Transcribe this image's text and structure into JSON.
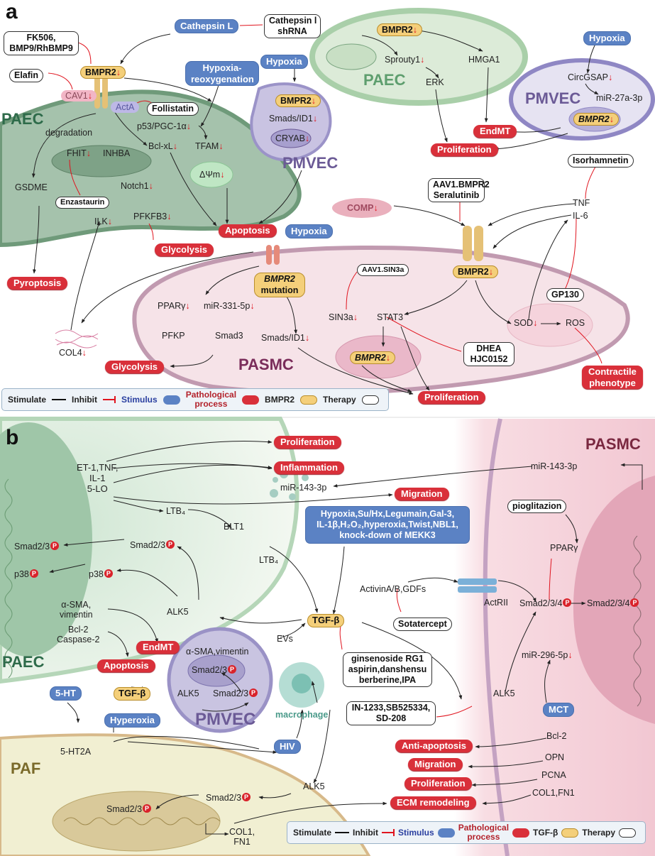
{
  "symbols": {
    "down": "↓",
    "p": "P"
  },
  "a": {
    "letter": "a",
    "fk506": "FK506,",
    "bmp9": "BMP9/RhBMP9",
    "cathepsin_l": "Cathepsin L",
    "cathepsin_shrna_1": "Cathepsin l",
    "cathepsin_shrna_2": "shRNA",
    "bmpr2": "BMPR2",
    "elafin": "Elafin",
    "cav1": "CAV1",
    "acta": "ActA",
    "follistatin": "Follistatin",
    "hypoxia_reoxygenation_1": "Hypoxia-",
    "hypoxia_reoxygenation_2": "reoxygenation",
    "hypoxia": "Hypoxia",
    "paec": "PAEC",
    "pmvec": "PMVEC",
    "pasmc": "PASMC",
    "degradation": "degradation",
    "p53": "p53/PGC-1α",
    "bclxl": "Bcl-xL",
    "tfam": "TFAM",
    "fhit": "FHIT",
    "inhba": "INHBA",
    "dpsim": "ΔΨm",
    "gsdme": "GSDME",
    "notch1": "Notch1",
    "enzastaurin": "Enzastaurin",
    "ilk": "ILK",
    "pfkfb3": "PFKFB3",
    "apoptosis": "Apoptosis",
    "glycolysis": "Glycolysis",
    "pyroptosis": "Pyroptosis",
    "smads_id1": "Smads/ID1",
    "cryab": "CRYAB",
    "sprouty1": "Sprouty1",
    "hmga1": "HMGA1",
    "erk": "ERK",
    "endmt": "EndMT",
    "proliferation": "Proliferation",
    "circgsap": "CircGSAP",
    "mir27a": "miR-27a-3p",
    "isorhamnetin": "Isorhamnetin",
    "aav1_bmpr2": "AAV1.BMPR2",
    "seralutinib": "Seralutinib",
    "comp": "COMP",
    "tnf": "TNF",
    "il6": "IL-6",
    "bmpr2_mutation_1": "BMPR2",
    "bmpr2_mutation_2": "mutation",
    "aav1_sin3a": "AAV1.SIN3a",
    "gp130": "GP130",
    "sin3a": "SIN3a",
    "stat3": "STAT3",
    "sod": "SOD",
    "ros": "ROS",
    "ppar": "PPARγ",
    "mir331": "miR-331-5p",
    "pfkp": "PFKP",
    "smad3": "Smad3",
    "col4": "COL4",
    "dhea": "DHEA",
    "hjc0152": "HJC0152",
    "contractile_1": "Contractile",
    "contractile_2": "phenotype",
    "legend": {
      "stimulate": "Stimulate",
      "inhibit": "Inhibit",
      "stimulus": "Stimulus",
      "pathological_1": "Pathological",
      "pathological_2": "process",
      "key": "BMPR2",
      "therapy": "Therapy"
    }
  },
  "b": {
    "letter": "b",
    "proliferation": "Proliferation",
    "inflammation": "Inflammation",
    "migration": "Migration",
    "et1_1": "ET-1,TNF,",
    "et1_2": "IL-1",
    "et1_3": "5-LO",
    "mir143": "miR-143-3p",
    "ltb4": "LTB₄",
    "blt1": "BLT1",
    "stimuli_1": "Hypoxia,Su/Hx,Legumain,Gal-3,",
    "stimuli_2": "IL-1β,H₂O₂,hyperoxia,Twist,NBL1,",
    "stimuli_3": "knock-down of MEKK3",
    "smad23": "Smad2/3",
    "p38": "p38",
    "asma_1": "α-SMA,",
    "asma_2": "vimentin",
    "bcl2": "Bcl-2",
    "caspase2": "Caspase-2",
    "alk5": "ALK5",
    "tgfb": "TGF-β",
    "activin": "ActivinA/B,GDFs",
    "actrii": "ActRII",
    "smad234": "Smad2/3/4",
    "pparg": "PPARγ",
    "pioglitazion": "pioglitazion",
    "pasmc": "PASMC",
    "paec": "PAEC",
    "paf": "PAF",
    "pmvec": "PMVEC",
    "sotatercept": "Sotatercept",
    "endmt": "EndMT",
    "asma_vimentin": "α-SMA,vimentin",
    "apoptosis": "Apoptosis",
    "five_ht": "5-HT",
    "hyperoxia": "Hyperoxia",
    "five_ht2a": "5-HT2A",
    "evs": "EVs",
    "macrophage": "macrophage",
    "hiv": "HIV",
    "ginsenoside_1": "ginsenoside RG1",
    "ginsenoside_2": "aspirin,danshensu",
    "ginsenoside_3": "berberine,IPA",
    "in1233_1": "IN-1233,SB525334,",
    "in1233_2": "SD-208",
    "mir296": "miR-296-5p",
    "mct": "MCT",
    "opn": "OPN",
    "pcna": "PCNA",
    "col1fn1": "COL1,FN1",
    "col1": "COL1,",
    "fn1": "FN1",
    "anti_apoptosis": "Anti-apoptosis",
    "ecm": "ECM remodeling",
    "legend": {
      "stimulate": "Stimulate",
      "inhibit": "Inhibit",
      "stimulus": "Stimulus",
      "pathological_1": "Pathological",
      "pathological_2": "process",
      "key": "TGF-β",
      "therapy": "Therapy"
    }
  },
  "colors": {
    "stimulus": "#5b82c4",
    "process": "#d9303a",
    "bmpr2": "#f4cf7a",
    "therapy": "#ffffff",
    "paec": "#2e7d4f",
    "pmvec": "#6b5a96",
    "pasmc": "#8a2c5a",
    "paf": "#7a6a2a"
  }
}
